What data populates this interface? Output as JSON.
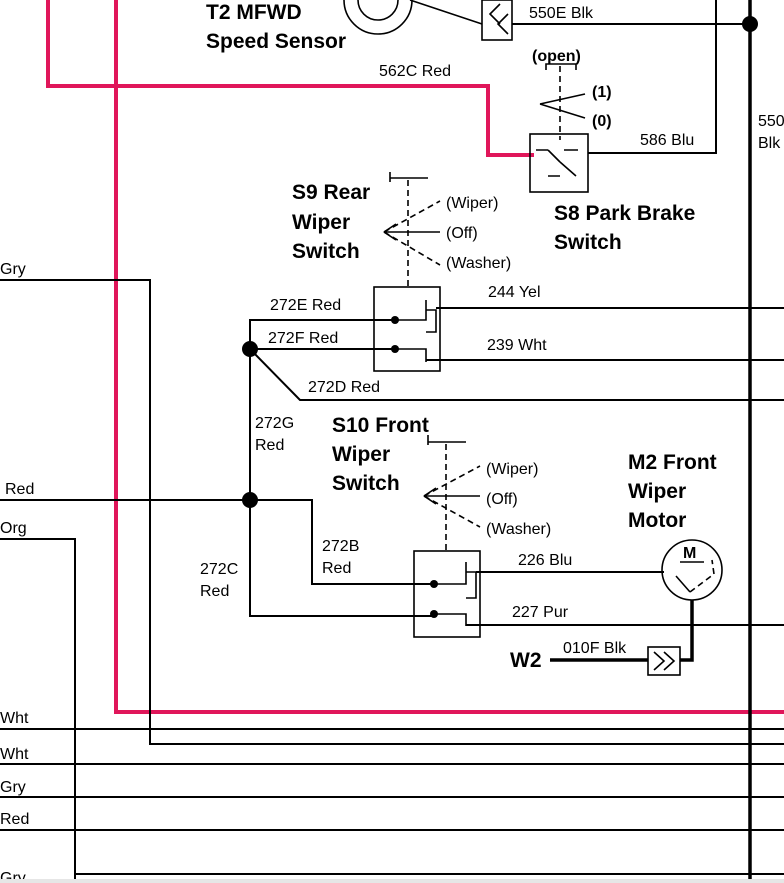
{
  "components": {
    "t2": {
      "name_line1": "T2 MFWD",
      "name_line2": "Speed Sensor"
    },
    "s8": {
      "name_line1": "S8 Park Brake",
      "name_line2": "Switch",
      "pos_open": "(open)",
      "pos_1": "(1)",
      "pos_0": "(0)"
    },
    "s9": {
      "name_line1": "S9 Rear",
      "name_line2": "Wiper",
      "name_line3": "Switch",
      "pos_wiper": "(Wiper)",
      "pos_off": "(Off)",
      "pos_washer": "(Washer)"
    },
    "s10": {
      "name_line1": "S10 Front",
      "name_line2": "Wiper",
      "name_line3": "Switch",
      "pos_wiper": "(Wiper)",
      "pos_off": "(Off)",
      "pos_washer": "(Washer)"
    },
    "m2": {
      "name_line1": "M2 Front",
      "name_line2": "Wiper",
      "name_line3": "Motor",
      "symbol": "M"
    },
    "w2": {
      "name": "W2"
    }
  },
  "wires": {
    "w550e": "550E Blk",
    "w562c": "562C Red",
    "w586": "586 Blu",
    "w550_cut_1": "550",
    "w550_cut_2": "Blk",
    "w272e": "272E Red",
    "w272f": "272F Red",
    "w244": "244 Yel",
    "w239": "239 Wht",
    "w272d": "272D Red",
    "w272g_1": "272G",
    "w272g_2": "Red",
    "w272b_1": "272B",
    "w272b_2": "Red",
    "w272c_1": "272C",
    "w272c_2": "Red",
    "w226": "226 Blu",
    "w227": "227 Pur",
    "w010f": "010F Blk"
  },
  "left_edge_labels": {
    "gry_top": "Gry",
    "red_mid": "Red",
    "org": "Org",
    "wht_1": "Wht",
    "wht_2": "Wht",
    "gry_bot": "Gry",
    "red_bot": "Red",
    "gry_cut": "Gry"
  }
}
